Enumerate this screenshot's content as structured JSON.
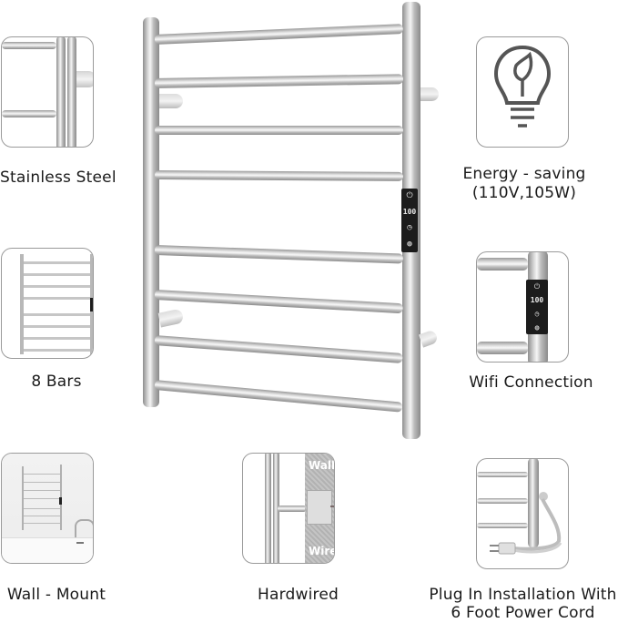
{
  "features": [
    {
      "id": "stainless-steel",
      "label": "Stainless Steel",
      "icon": "rack-closeup-icon"
    },
    {
      "id": "energy-saving",
      "label_line1": "Energy - saving",
      "label_line2": "(110V,105W)",
      "icon": "eco-lightbulb-leaf-icon"
    },
    {
      "id": "bars",
      "label": "8 Bars",
      "icon": "rack-8-bars-icon"
    },
    {
      "id": "wifi",
      "label": "Wifi Connection",
      "icon": "control-panel-icon"
    },
    {
      "id": "wall-mount",
      "label": "Wall - Mount",
      "icon": "bathroom-scene-icon"
    },
    {
      "id": "hardwired",
      "label": "Hardwired",
      "icon": "wall-wire-icon",
      "overlay_top": "Wall",
      "overlay_bottom": "Wire"
    },
    {
      "id": "plug-in",
      "label_line1": "Plug In Installation With",
      "label_line2": "6 Foot Power Cord",
      "icon": "power-plug-cord-icon"
    }
  ],
  "product": {
    "bar_count": 8,
    "control_panel": {
      "display": "100",
      "icons": [
        "power-icon",
        "clock-icon",
        "temperature-icon"
      ]
    }
  },
  "colors": {
    "border": "#9a9a9a",
    "panel": "#1c1c1c",
    "steel": "#c8c8c8"
  }
}
